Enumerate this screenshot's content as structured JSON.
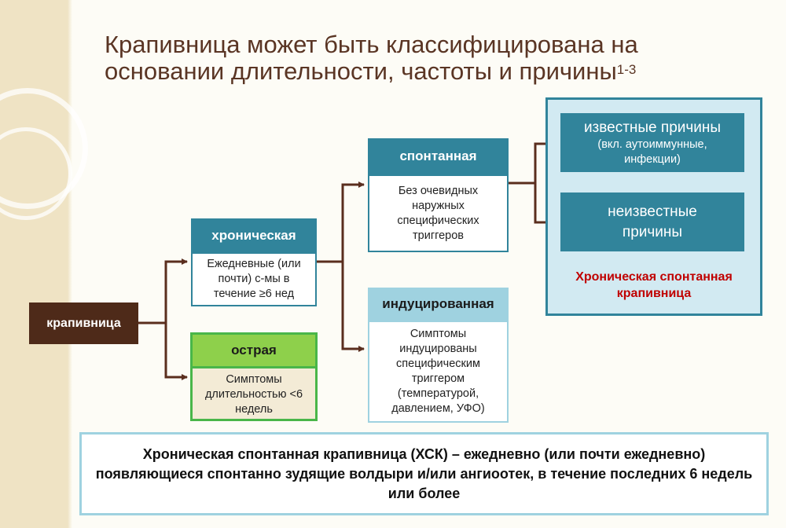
{
  "title": {
    "text": "Крапивница может быть классифицирована на основании длительности, частоты и причины",
    "superscript": "1-3"
  },
  "root": {
    "label": "крапивница"
  },
  "chronic": {
    "header": "хроническая",
    "body": "Ежедневные (или почти) с-мы в течение ≥6 нед"
  },
  "acute": {
    "header": "острая",
    "body": "Симптомы длительностью <6 недель"
  },
  "spontaneous": {
    "header": "спонтанная",
    "body": "Без очевидных наружных специфических триггеров"
  },
  "induced": {
    "header": "индуцированная",
    "body": "Симптомы индуцированы специфическим триггером (температурой, давлением, УФО)"
  },
  "known_causes": {
    "title": "известные причины",
    "detail": "(вкл. аутоиммунные, инфекции)"
  },
  "unknown_causes": {
    "title": "неизвестные причины"
  },
  "csu_label": "Хроническая спонтанная крапивница",
  "definition": "Хроническая спонтанная крапивница (ХСК) – ежедневно (или почти ежедневно) появляющиеся спонтанно зудящие волдыри и/или ангиоотек, в течение последних 6 недель или более",
  "colors": {
    "teal": "#31849b",
    "light_blue": "#9fd2e0",
    "green": "#8ed04b",
    "brown": "#4e2a19",
    "red": "#c00000",
    "arrow": "#5a2e1e"
  }
}
